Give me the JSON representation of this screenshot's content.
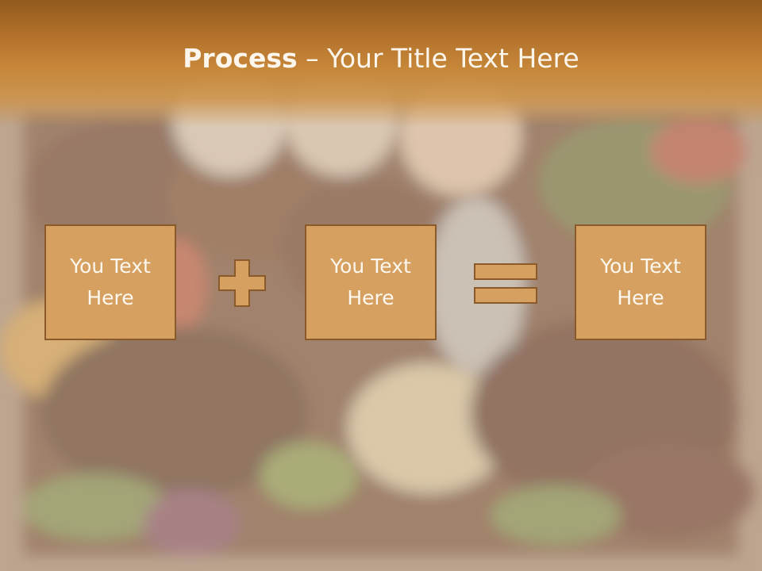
{
  "slide": {
    "title_bold": "Process",
    "title_rest": " – Your Title Text Here",
    "boxes": [
      {
        "label": "You Text\nHere"
      },
      {
        "label": "You Text\nHere"
      },
      {
        "label": "You Text\nHere"
      }
    ],
    "operators": [
      "plus-icon",
      "equals-icon"
    ],
    "colors": {
      "title_band": "#b06f29",
      "box_fill": "#d6a060",
      "box_border": "#8a5a2a",
      "text": "#fdf8ef"
    }
  }
}
